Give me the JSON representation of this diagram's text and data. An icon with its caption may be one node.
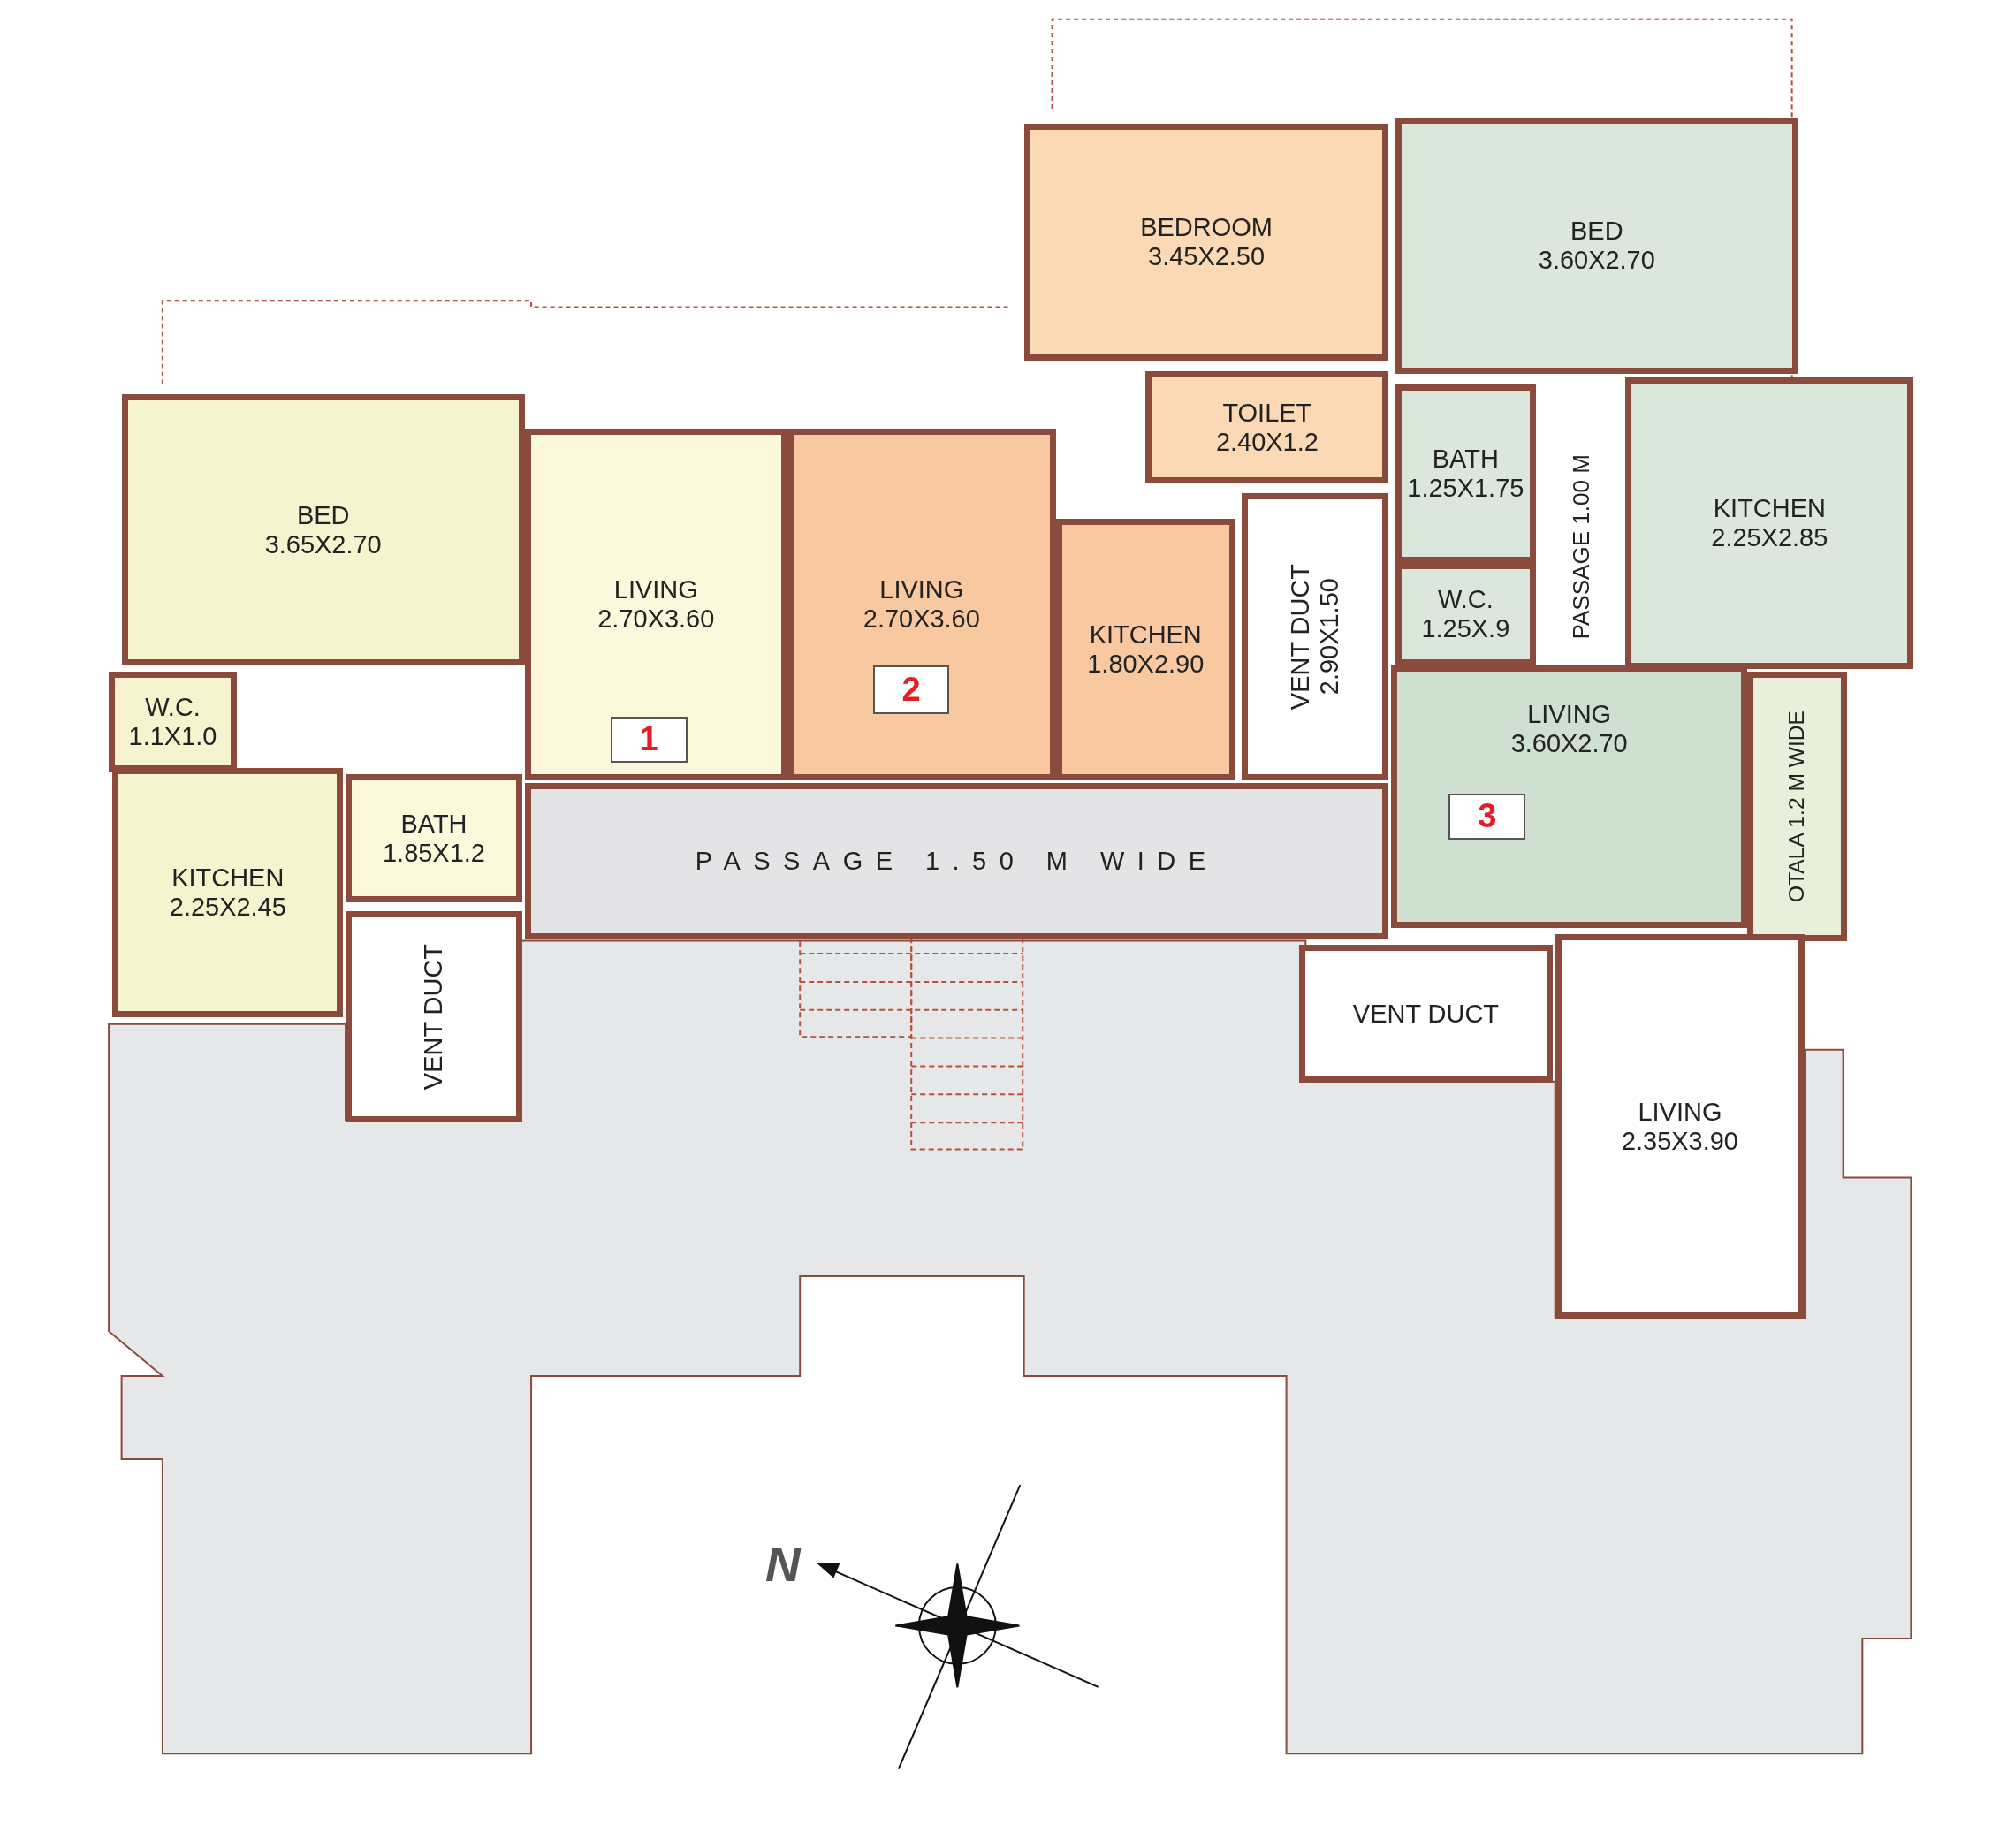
{
  "diagram": {
    "nodes": [
      {
        "text": [
          "BEDROOM",
          "3.45X2.50"
        ]
      },
      {
        "text": [
          "BED",
          "3.60X2.70"
        ]
      },
      {
        "text": [
          "BED",
          "3.65X2.70"
        ]
      },
      {
        "text": [
          "TOILET",
          "2.40X1.2"
        ]
      },
      {
        "text": [
          "LIVING",
          "2.70X3.60"
        ]
      },
      {
        "text": [
          "1"
        ],
        "in": 4
      },
      {
        "text": [
          "LIVING",
          "2.70X3.60"
        ]
      },
      {
        "text": [
          "2"
        ],
        "in": 6
      },
      {
        "text": [
          "BATH",
          "1.25X1.75"
        ]
      },
      {
        "text": [
          "KITCHEN",
          "2.25X2.85"
        ]
      },
      {
        "text": [
          "KITCHEN",
          "1.80X2.90"
        ]
      },
      {
        "text": [
          "VENT DUCT",
          "2.90X1.50"
        ]
      },
      {
        "text": [
          "W.C.",
          "1.25X.9"
        ]
      },
      {
        "text": [
          "W.C.",
          "1.1X1.0"
        ]
      },
      {
        "text": [
          "LIVING",
          "3.60X2.70"
        ]
      },
      {
        "text": [
          "3"
        ],
        "in": 14
      },
      {
        "text": [
          "OTALA 1.2 M WIDE"
        ]
      },
      {
        "text": [
          "KITCHEN",
          "2.25X2.45"
        ]
      },
      {
        "text": [
          "BATH",
          "1.85X1.2"
        ]
      },
      {
        "text": [
          "PASSAGE 1.50 M WIDE"
        ]
      },
      {
        "text": [
          "VENT DUCT"
        ]
      },
      {
        "text": [
          "VENT DUCT"
        ]
      },
      {
        "text": [
          "LIVING",
          "2.35X3.90"
        ]
      }
    ],
    "labels": [
      "PASSAGE 1.00 M",
      "N"
    ]
  }
}
